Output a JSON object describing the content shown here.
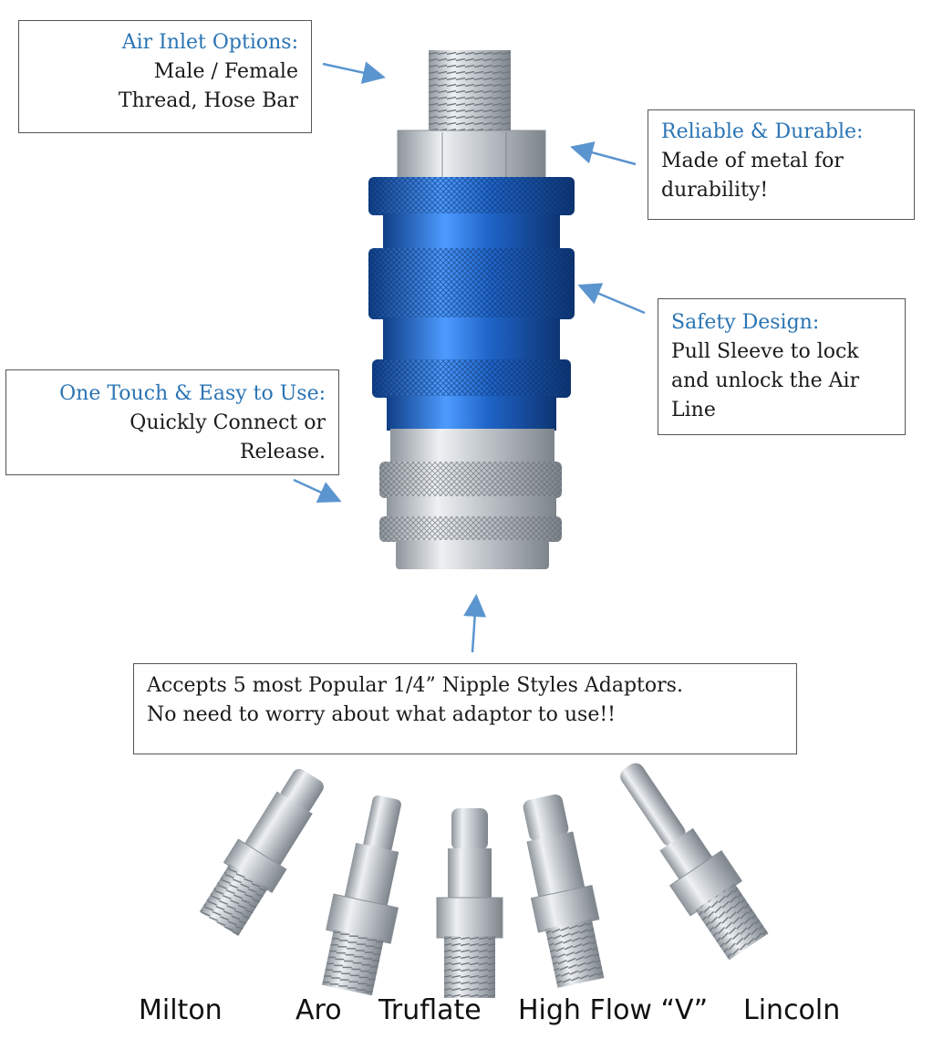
{
  "callouts": {
    "air_inlet": {
      "title": "Air Inlet Options:",
      "body": "Male / Female\nThread, Hose Bar"
    },
    "reliable": {
      "title": "Reliable & Durable:",
      "body": "Made of metal for\ndurability!"
    },
    "safety": {
      "title": "Safety Design:",
      "body": "Pull Sleeve to lock\nand unlock the Air\nLine"
    },
    "one_touch": {
      "title": "One Touch & Easy to Use:",
      "body": "Quickly Connect or\nRelease."
    },
    "accepts": {
      "body": "Accepts 5 most Popular 1/4” Nipple Styles Adaptors.\nNo need to worry about what adaptor to use!!"
    }
  },
  "nipple_styles": [
    "Milton",
    "Aro",
    "Truflate",
    "High Flow “V”",
    "Lincoln"
  ],
  "colors": {
    "accent_blue": "#2a74b4",
    "coupler_blue": "#1f64c8",
    "arrow_blue": "#5b95cf",
    "metal": "#c9ced3"
  },
  "icons": [
    "quick-coupler-illustration",
    "nipple-plug-illustration",
    "arrow-icon"
  ]
}
